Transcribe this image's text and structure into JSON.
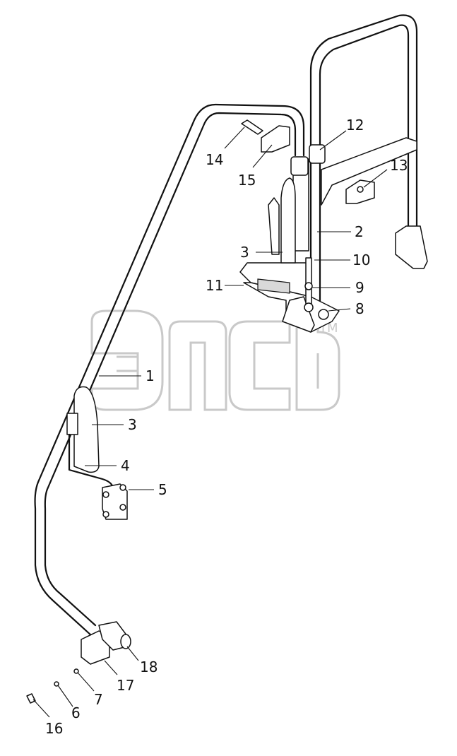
{
  "diagram": {
    "callouts": [
      {
        "id": "12",
        "text": "12"
      },
      {
        "id": "13",
        "text": "13"
      },
      {
        "id": "14",
        "text": "14"
      },
      {
        "id": "15",
        "text": "15"
      },
      {
        "id": "2",
        "text": "2"
      },
      {
        "id": "3a",
        "text": "3"
      },
      {
        "id": "10",
        "text": "10"
      },
      {
        "id": "11",
        "text": "11"
      },
      {
        "id": "9",
        "text": "9"
      },
      {
        "id": "8",
        "text": "8"
      },
      {
        "id": "1",
        "text": "1"
      },
      {
        "id": "3b",
        "text": "3"
      },
      {
        "id": "4",
        "text": "4"
      },
      {
        "id": "5",
        "text": "5"
      },
      {
        "id": "18",
        "text": "18"
      },
      {
        "id": "17",
        "text": "17"
      },
      {
        "id": "7",
        "text": "7"
      },
      {
        "id": "6",
        "text": "6"
      },
      {
        "id": "16",
        "text": "16"
      }
    ],
    "watermark": {
      "text": "TM"
    }
  }
}
